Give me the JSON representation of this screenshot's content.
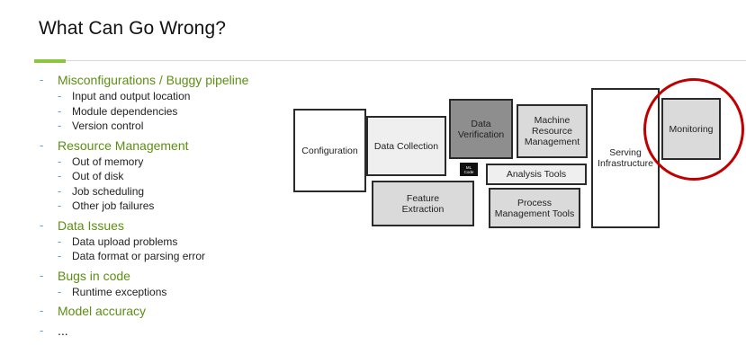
{
  "slide": {
    "title": "What Can Go Wrong?"
  },
  "bullets": [
    {
      "label": "Misconfigurations / Buggy pipeline",
      "items": [
        "Input and output location",
        "Module dependencies",
        "Version control"
      ]
    },
    {
      "label": "Resource Management",
      "items": [
        "Out of memory",
        "Out of disk",
        "Job scheduling",
        "Other job failures"
      ]
    },
    {
      "label": "Data Issues",
      "items": [
        "Data upload problems",
        "Data format or parsing error"
      ]
    },
    {
      "label": "Bugs in code",
      "items": [
        "Runtime exceptions"
      ]
    },
    {
      "label": "Model accuracy",
      "items": []
    },
    {
      "label": "...",
      "items": []
    }
  ],
  "diagram": {
    "configuration": "Configuration",
    "data_collection": "Data Collection",
    "data_verification": "Data Verification",
    "machine_resource_management": "Machine Resource Management",
    "ml_code": "ML Code",
    "analysis_tools": "Analysis Tools",
    "feature_extraction": "Feature Extraction",
    "process_management_tools": "Process Management Tools",
    "serving_infrastructure": "Serving Infrastructure",
    "monitoring": "Monitoring"
  },
  "colors": {
    "accent_green": "#8cc63f",
    "bullet_green": "#5c8f12",
    "highlight_red": "#c00000"
  }
}
